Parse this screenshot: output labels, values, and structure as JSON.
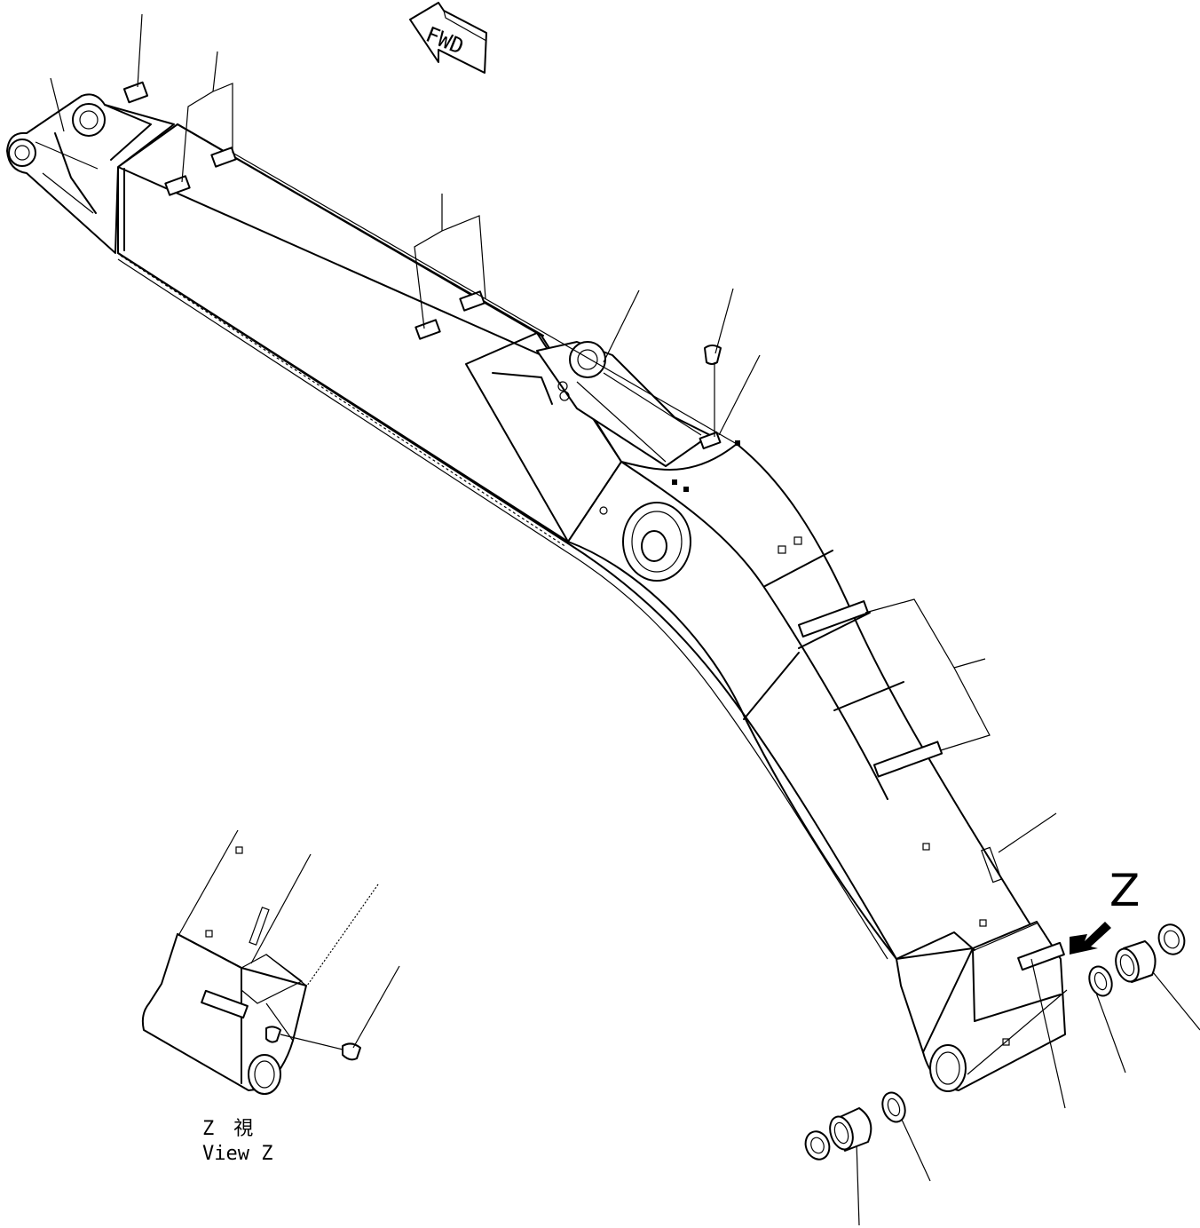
{
  "fwd_label": "FWD",
  "view_marker": "Z",
  "view_caption_ja": "Z　視",
  "view_caption_en": "View Z"
}
